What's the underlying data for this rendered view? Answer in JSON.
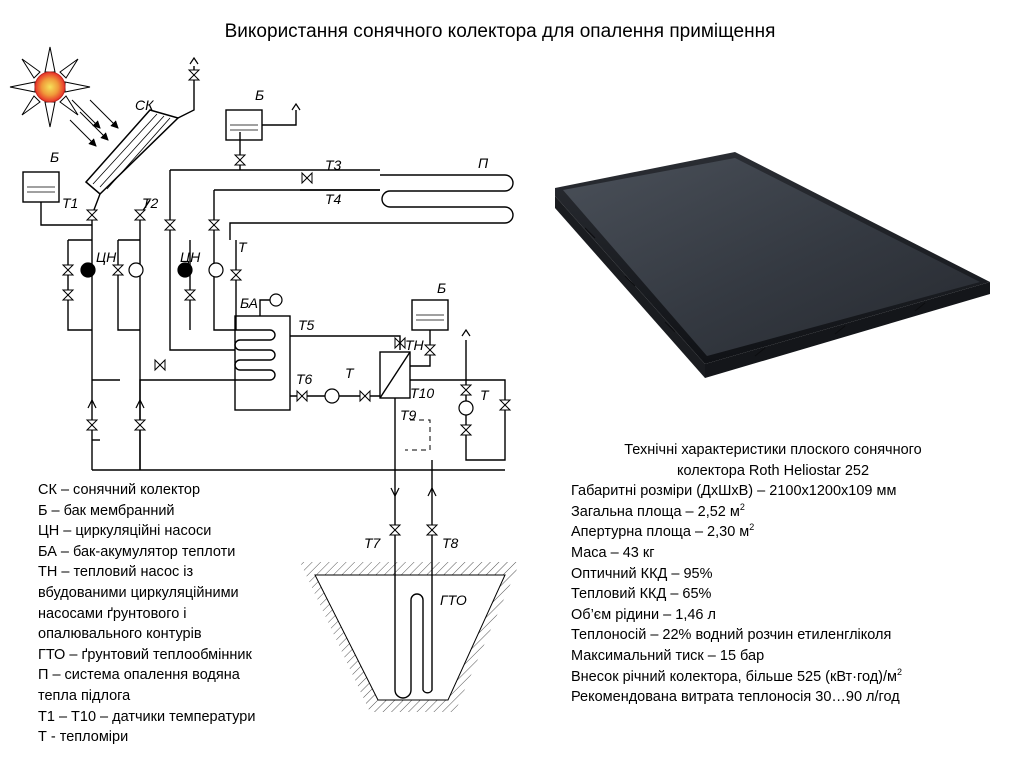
{
  "title": "Використання сонячного колектора для опалення приміщення",
  "diagram_labels": {
    "sk": "СК",
    "b": "Б",
    "t1": "Т1",
    "t2": "Т2",
    "t3": "Т3",
    "t4": "Т4",
    "t5": "Т5",
    "t6": "Т6",
    "t7": "Т7",
    "t8": "Т8",
    "t9": "Т9",
    "t10": "Т10",
    "tsn": "ЦН",
    "t": "Т",
    "ba": "БА",
    "tn": "ТН",
    "p": "П",
    "gto": "ГТО"
  },
  "legend": [
    "СК – сонячний колектор",
    "Б – бак мембранний",
    "ЦН – циркуляційні насоси",
    "БА – бак-акумулятор теплоти",
    "ТН – тепловий насос із",
    "вбудованими циркуляційними",
    "насосами ґрунтового і",
    "опалювального контурів",
    "ГТО – ґрунтовий теплообмінник",
    "П – система опалення водяна",
    "тепла підлога",
    "Т1 – Т10 – датчики температури",
    "Т - тепломіри"
  ],
  "specs": {
    "title_line1": "Технічні характеристики плоского сонячного",
    "title_line2": "колектора Roth Heliostar 252",
    "dims": "Габаритні розміри (ДхШхВ) – 2100х1200х109 мм",
    "total_area": "Загальна площа – 2,52 м",
    "total_area_sup": "2",
    "aperture_area": "Апертурна площа – 2,30 м",
    "aperture_area_sup": "2",
    "mass": "Маса – 43 кг",
    "optical_eff": "Оптичний ККД – 95%",
    "thermal_eff": "Тепловий ККД – 65%",
    "fluid_volume": "Об’єм рідини – 1,46 л",
    "heat_carrier": "Теплоносій – 22% водний розчин етиленгліколя",
    "max_pressure": "Максимальний тиск – 15 бар",
    "annual_yield": "Внесок річний колектора, більше 525 (кВт·год)/м",
    "annual_yield_sup": "2",
    "flow_rate": "Рекомендована витрата теплоносія 30…90 л/год"
  },
  "colors": {
    "sun_red": "#e8302a",
    "sun_yellow": "#f6e15a",
    "panel_dark": "#2f343b",
    "panel_frame": "#1c1f24"
  }
}
